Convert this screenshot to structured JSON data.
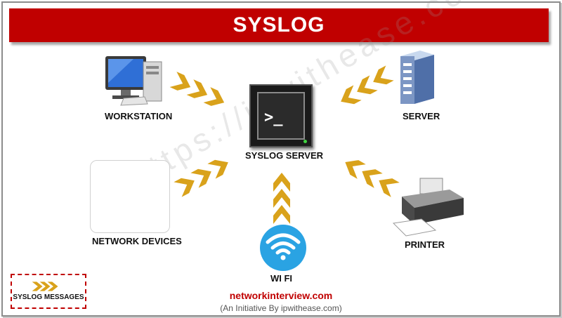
{
  "title": "SYSLOG",
  "watermark": "https://ipwithease.com",
  "nodes": {
    "center": "SYSLOG SERVER",
    "workstation": "WORKSTATION",
    "server": "SERVER",
    "network_devices": "NETWORK DEVICES",
    "wifi": "WI FI",
    "printer": "PRINTER"
  },
  "terminal_prompt": ">_",
  "legend": {
    "label": "SYSLOG MESSAGES"
  },
  "footer": {
    "site": "networkinterview.com",
    "tagline": "(An Initiative By ipwithease.com)"
  },
  "colors": {
    "banner": "#c00000",
    "arrow": "#d9a21b",
    "wifi": "#2aa3e3"
  }
}
